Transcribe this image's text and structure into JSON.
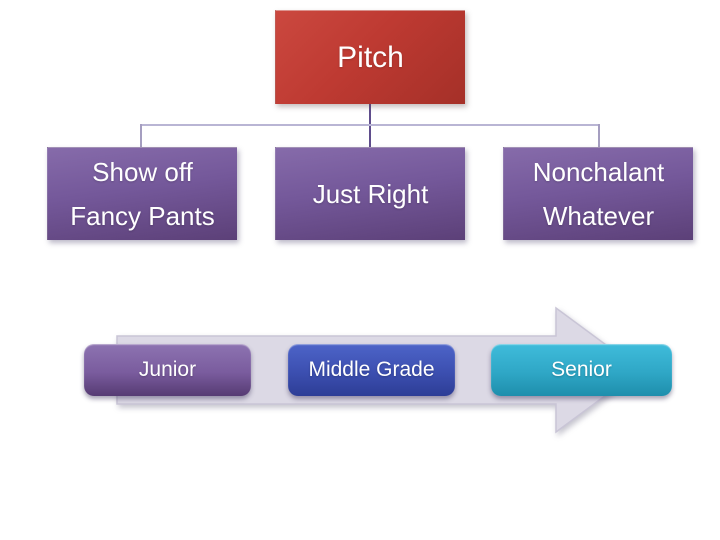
{
  "org_chart": {
    "root": {
      "label": "Pitch"
    },
    "children": [
      {
        "line1": "Show off",
        "line2": "Fancy Pants"
      },
      {
        "line1": "Just Right",
        "line2": ""
      },
      {
        "line1": "Nonchalant",
        "line2": "Whatever"
      }
    ],
    "colors": {
      "root_gradient_top": "#CB483F",
      "root_gradient_bottom": "#A53028",
      "child_gradient_top": "#866BAA",
      "child_gradient_bottom": "#5C4078",
      "connector": "#B9B5D4",
      "connector_stub": "#A59EC0",
      "connector_center": "#5F4D8C"
    }
  },
  "progression": {
    "stages": [
      {
        "label": "Junior",
        "gradient_top": "#8D73B1",
        "gradient_bottom": "#563B73"
      },
      {
        "label": "Middle Grade",
        "gradient_top": "#4D64C8",
        "gradient_bottom": "#2D3D96"
      },
      {
        "label": "Senior",
        "gradient_top": "#3FBCDB",
        "gradient_bottom": "#1E8EAC"
      }
    ],
    "arrow_fill": "#DCD9E5",
    "arrow_stroke": "#C9C5D6"
  }
}
